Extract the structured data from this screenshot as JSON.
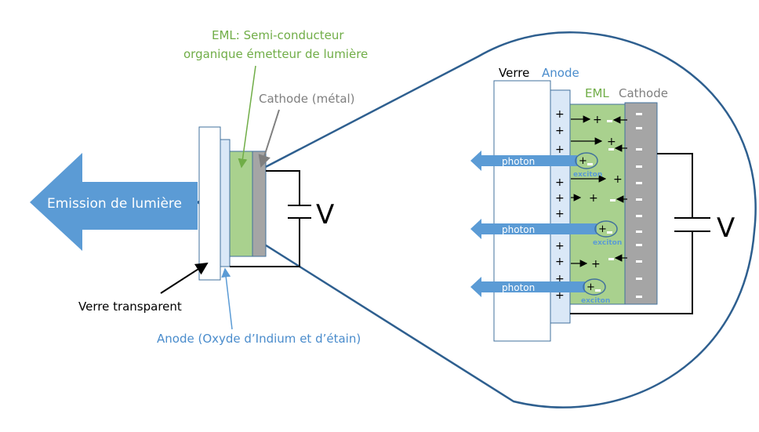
{
  "colors": {
    "blue": "#5b9bd5",
    "green": "#a9d18e",
    "anode": "#dae8f7",
    "cathode": "#a5a5a5",
    "label_green": "#70ad47",
    "label_gray": "#7f7f7f",
    "label_blue": "#4a8ccc",
    "outline": "#41719c"
  },
  "left": {
    "emission": "Emission de lumière",
    "eml_line1": "EML: Semi-conducteur",
    "eml_line2": "organique émetteur de lumière",
    "cathode": "Cathode (métal)",
    "glass": "Verre transparent",
    "anode": "Anode (Oxyde d’Indium et d’étain)",
    "voltage": "V"
  },
  "right": {
    "glass": "Verre",
    "anode": "Anode",
    "eml": "EML",
    "cathode": "Cathode",
    "voltage": "V",
    "photon": "photon",
    "exciton": "exciton",
    "plus": "+",
    "minus": "-"
  }
}
